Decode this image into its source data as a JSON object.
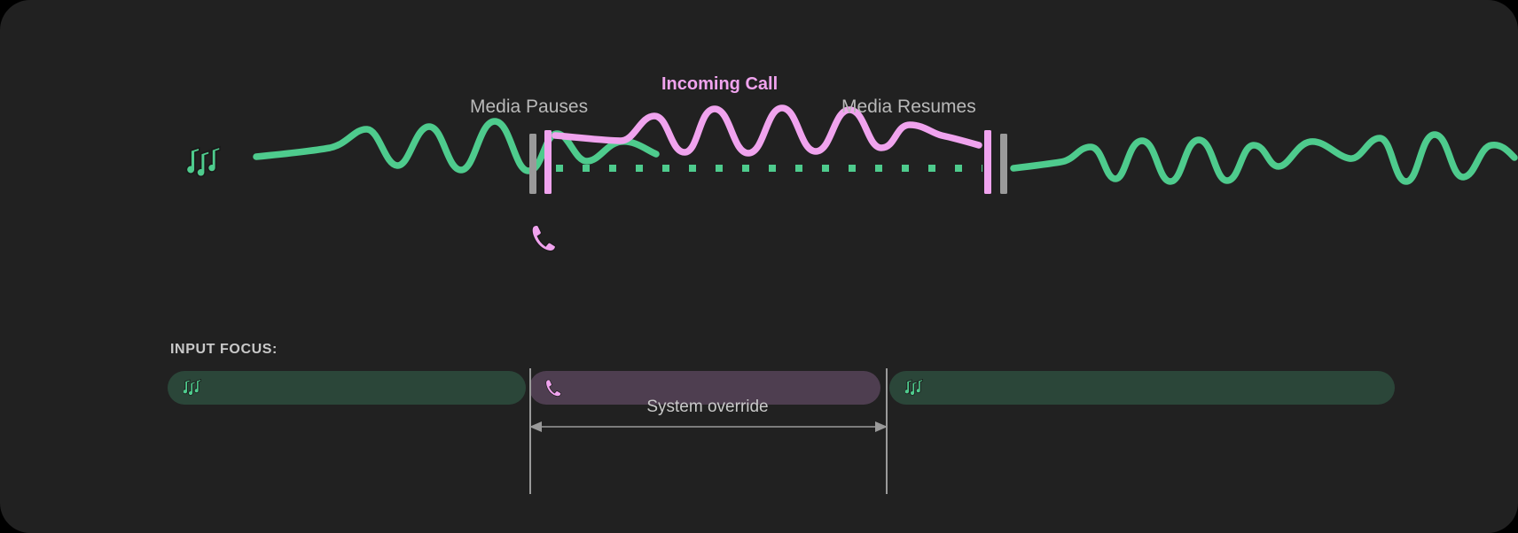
{
  "theme": {
    "background": "#212121",
    "page_background": "#000000",
    "media_accent": "#4ecb8d",
    "call_accent": "#f0a3ee",
    "label_color": "#b9b9b9",
    "pause_bar_gray": "#9a9a9a",
    "track_media_bg": "#2b4639",
    "track_call_bg": "#4e3e50",
    "override_line": "#9a9a9a"
  },
  "diagram": {
    "labels": {
      "media_pauses": "Media Pauses",
      "incoming_call": "Incoming Call",
      "media_resumes": "Media Resumes"
    },
    "icons": {
      "music_notes": "music-notes-icon",
      "phone": "phone-icon"
    },
    "waveforms": [
      {
        "name": "media-wave-before",
        "color": "#4ecb8d",
        "state": "playing"
      },
      {
        "name": "call-wave",
        "color": "#f0a3ee",
        "state": "active-call"
      },
      {
        "name": "media-wave-after",
        "color": "#4ecb8d",
        "state": "resumed"
      }
    ],
    "paused_media_indicator": {
      "name": "media-paused-dotted-line",
      "color": "#4ecb8d",
      "style": "dotted"
    },
    "pause_markers": {
      "left": [
        "gray",
        "pink"
      ],
      "right": [
        "pink",
        "gray"
      ]
    }
  },
  "focus": {
    "title": "INPUT FOCUS:",
    "tracks": [
      {
        "name": "media-track-1",
        "icon": "music-notes-icon",
        "color": "#2b4639",
        "accent": "#4ecb8d"
      },
      {
        "name": "call-track",
        "icon": "phone-icon",
        "color": "#4e3e50",
        "accent": "#f0a3ee"
      },
      {
        "name": "media-track-2",
        "icon": "music-notes-icon",
        "color": "#2b4639",
        "accent": "#4ecb8d"
      }
    ],
    "override_label": "System override"
  }
}
